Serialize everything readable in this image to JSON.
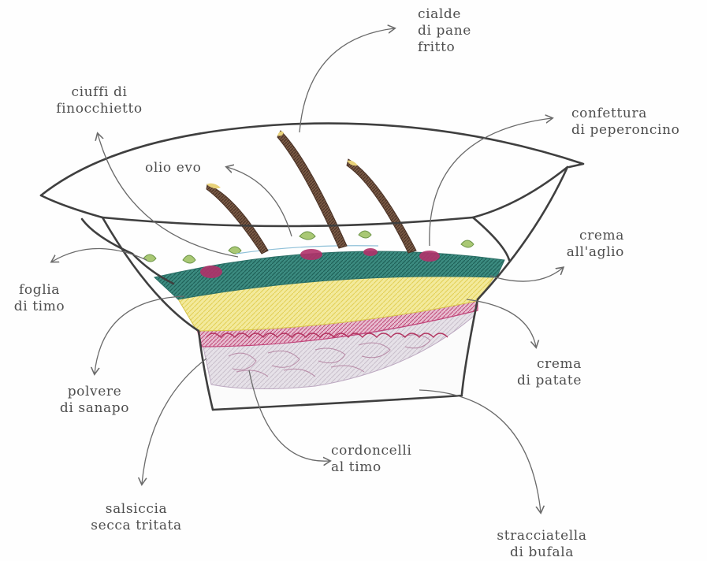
{
  "labels": {
    "cialde": [
      "cialde",
      "di pane",
      "fritto"
    ],
    "ciuffi": [
      "ciuffi di",
      "finocchietto"
    ],
    "confettura": [
      "confettura",
      "di peperoncino"
    ],
    "olio": [
      "olio evo"
    ],
    "crema_aglio": [
      "crema",
      "all'aglio"
    ],
    "foglia": [
      "foglia",
      "di timo"
    ],
    "crema_patate": [
      "crema",
      "di patate"
    ],
    "polvere": [
      "polvere",
      "di sanapo"
    ],
    "cordoncelli": [
      "cordoncelli",
      "al timo"
    ],
    "salsiccia": [
      "salsiccia",
      "secca tritata"
    ],
    "stracciatella": [
      "stracciatella",
      "di bufala"
    ]
  },
  "colors": {
    "pencil": "#3f3f3f",
    "arrow": "#6a6a6a",
    "wafer": "#6b4a36",
    "wafer_tip": "#e8d27a",
    "green_layer": "#2f7f74",
    "yellow_layer": "#efe38a",
    "pink_layer": "#c24a78",
    "mushroom_layer": "#d8d2da",
    "herb": "#9cc26a",
    "jam": "#b1326a"
  }
}
